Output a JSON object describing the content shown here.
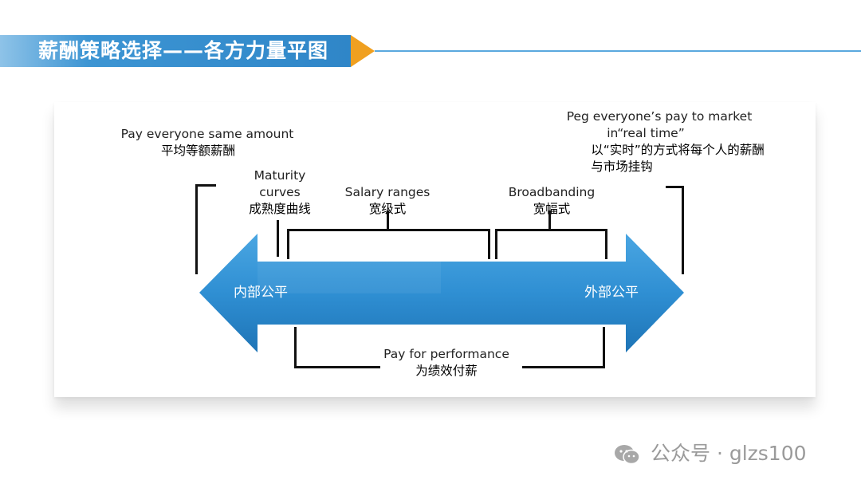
{
  "header": {
    "title": "薪酬策略选择——各方力量平图"
  },
  "arrow": {
    "left_label": "内部公平",
    "right_label": "外部公平",
    "color": "#2c8bd0"
  },
  "labels": {
    "same_amount": {
      "en": "Pay everyone same amount",
      "zh": "平均等额薪酬"
    },
    "maturity": {
      "en1": "Maturity",
      "en2": "curves",
      "zh": "成熟度曲线"
    },
    "salary_ranges": {
      "en": "Salary ranges",
      "zh": "宽级式"
    },
    "broadbanding": {
      "en": "Broadbanding",
      "zh": "宽幅式"
    },
    "peg_market": {
      "en1": "Peg everyone’s pay to market",
      "en2": "in“real time”",
      "zh1": "以“实时”的方式将每个人的薪酬",
      "zh2": "与市场挂钩"
    },
    "performance": {
      "en": "Pay for performance",
      "zh": "为绩效付薪"
    }
  },
  "watermark": {
    "text": "公众号 · glzs100",
    "icon": "wechat-icon"
  }
}
